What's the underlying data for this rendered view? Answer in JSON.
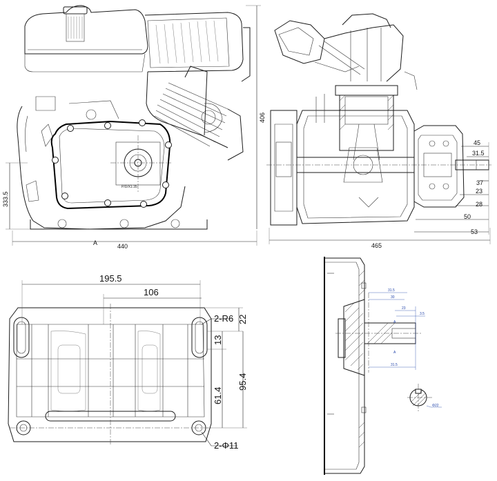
{
  "views": {
    "engine_front": {
      "dim_width": "440",
      "dim_height": "406",
      "dim_shaft_height": "333.5",
      "section_label": "A",
      "plate_label": "P/D/X1:35"
    },
    "engine_side": {
      "dim_width": "465",
      "dims_right": [
        "45",
        "31.5",
        "23",
        "37",
        "28",
        "50",
        "53"
      ]
    },
    "base_plate": {
      "dim_overall": "195.5",
      "dim_inner": "106",
      "dim_radius": "2-R6",
      "dim_22": "22",
      "dim_13": "13",
      "dim_95": "95.4",
      "dim_61": "61.4",
      "dim_hole": "2-Φ11"
    },
    "cover_section": {
      "dims": [
        "31.5",
        "30",
        "23",
        "3.5",
        "31.5"
      ],
      "section_marks": [
        "A",
        "A"
      ],
      "keyway_dim": "Φ22"
    }
  }
}
